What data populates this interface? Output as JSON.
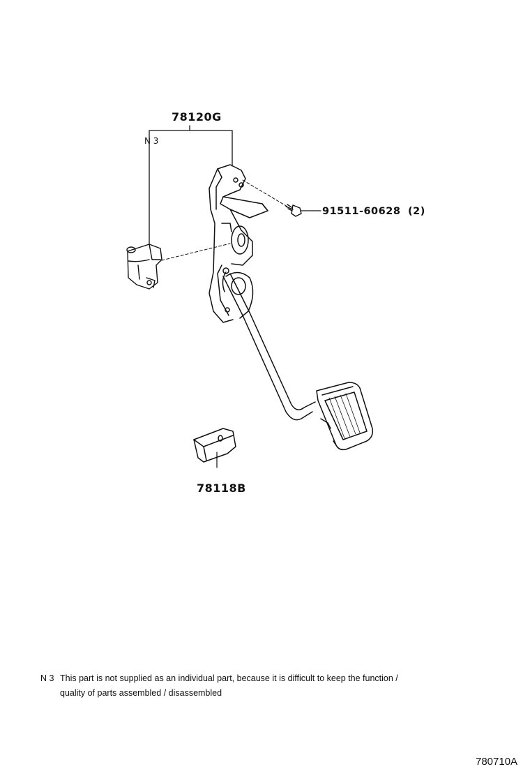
{
  "labels": {
    "assembly_part_no": "78120G",
    "note_ref": "N 3",
    "screw_part_no": "91511-60628",
    "screw_qty": "(2)",
    "stopper_part_no": "78118B"
  },
  "note": {
    "marker": "N 3",
    "line1": "This part is not supplied as an individual part, because it is difficult to keep the function /",
    "line2": "quality of parts assembled / disassembled"
  },
  "diagram_id": "780710A"
}
